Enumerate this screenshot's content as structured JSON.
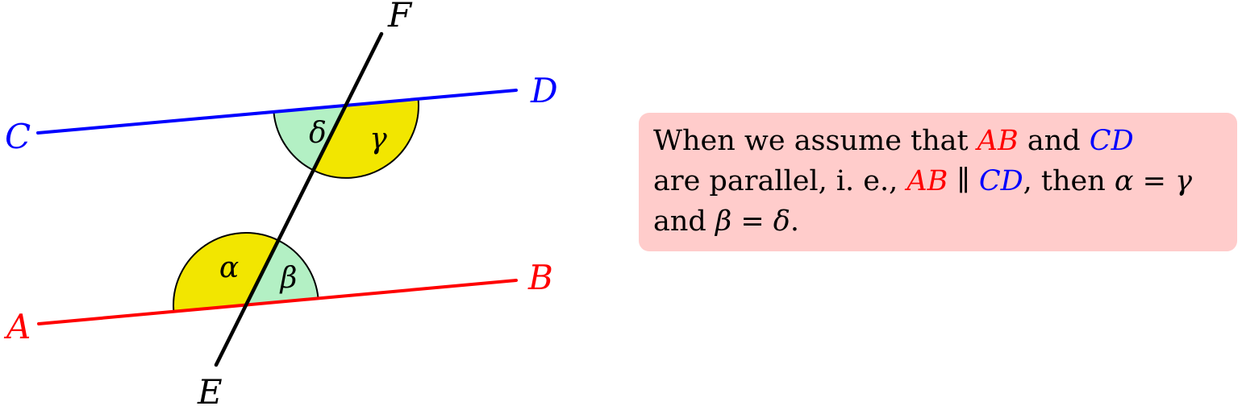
{
  "diagram": {
    "line_labels": {
      "a": "A",
      "b": "B",
      "c": "C",
      "d": "D",
      "e": "E",
      "f": "F"
    },
    "angle_labels": {
      "alpha": "α",
      "beta": "β",
      "gamma": "γ",
      "delta": "δ"
    },
    "colors": {
      "line_ab": "#ff0000",
      "line_cd": "#0000ff",
      "line_ef": "#000000",
      "obtuse_angle_fill": "#f2e600",
      "acute_angle_fill": "#b3f0c4",
      "angle_outline": "#000000"
    }
  },
  "note": {
    "bg_color": "#ffcccb",
    "line1": {
      "t1": "When we assume that ",
      "ab": "AB",
      "t2": " and ",
      "cd": "CD"
    },
    "line2": {
      "t1": "are parallel, i. e., ",
      "ab": "AB",
      "par": " ∥ ",
      "cd": "CD",
      "t2": ", then ",
      "alpha": "α",
      "eq": " = ",
      "gamma": "γ"
    },
    "line3": {
      "t1": "and ",
      "beta": "β",
      "eq": " = ",
      "delta": "δ",
      "dot": "."
    }
  }
}
